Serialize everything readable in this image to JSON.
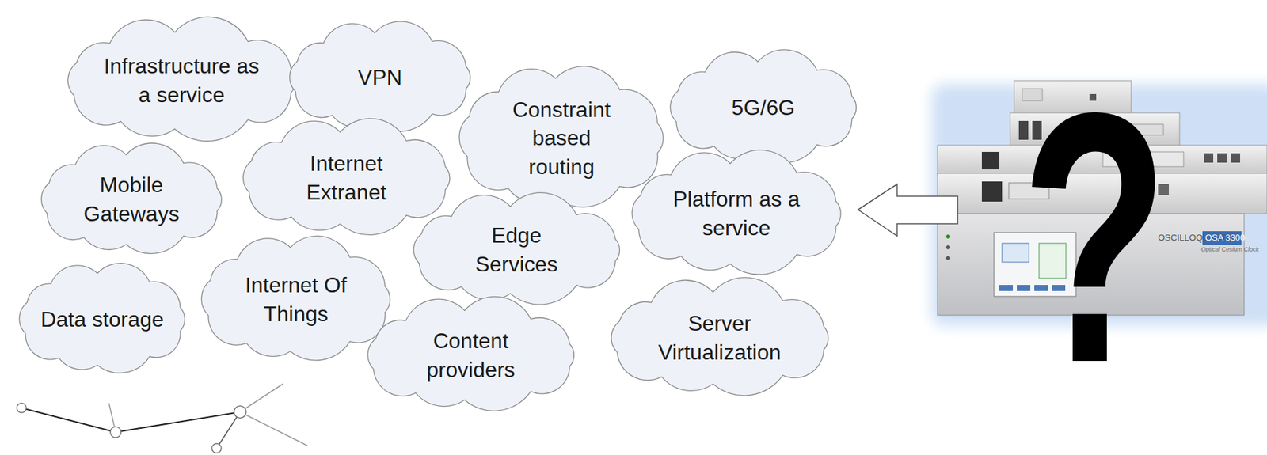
{
  "diagram": {
    "nodes": [
      {
        "text": [
          "Infrastructure as a service"
        ]
      },
      {
        "text": [
          "VPN"
        ]
      },
      {
        "text": [
          "Constraint based routing"
        ]
      },
      {
        "text": [
          "5G/6G"
        ]
      },
      {
        "text": [
          "Mobile Gateways"
        ]
      },
      {
        "text": [
          "Internet Extranet"
        ]
      },
      {
        "text": [
          "Platform as a service"
        ]
      },
      {
        "text": [
          "Edge Services"
        ]
      },
      {
        "text": [
          "Data storage"
        ]
      },
      {
        "text": [
          "Internet Of Things"
        ]
      },
      {
        "text": [
          "Content providers"
        ]
      },
      {
        "text": [
          "Server Virtualization"
        ]
      }
    ],
    "labels": [
      "?",
      "OSCILLOQUARTZ",
      "OSA 3300",
      "Optical Cesium Clock"
    ]
  }
}
